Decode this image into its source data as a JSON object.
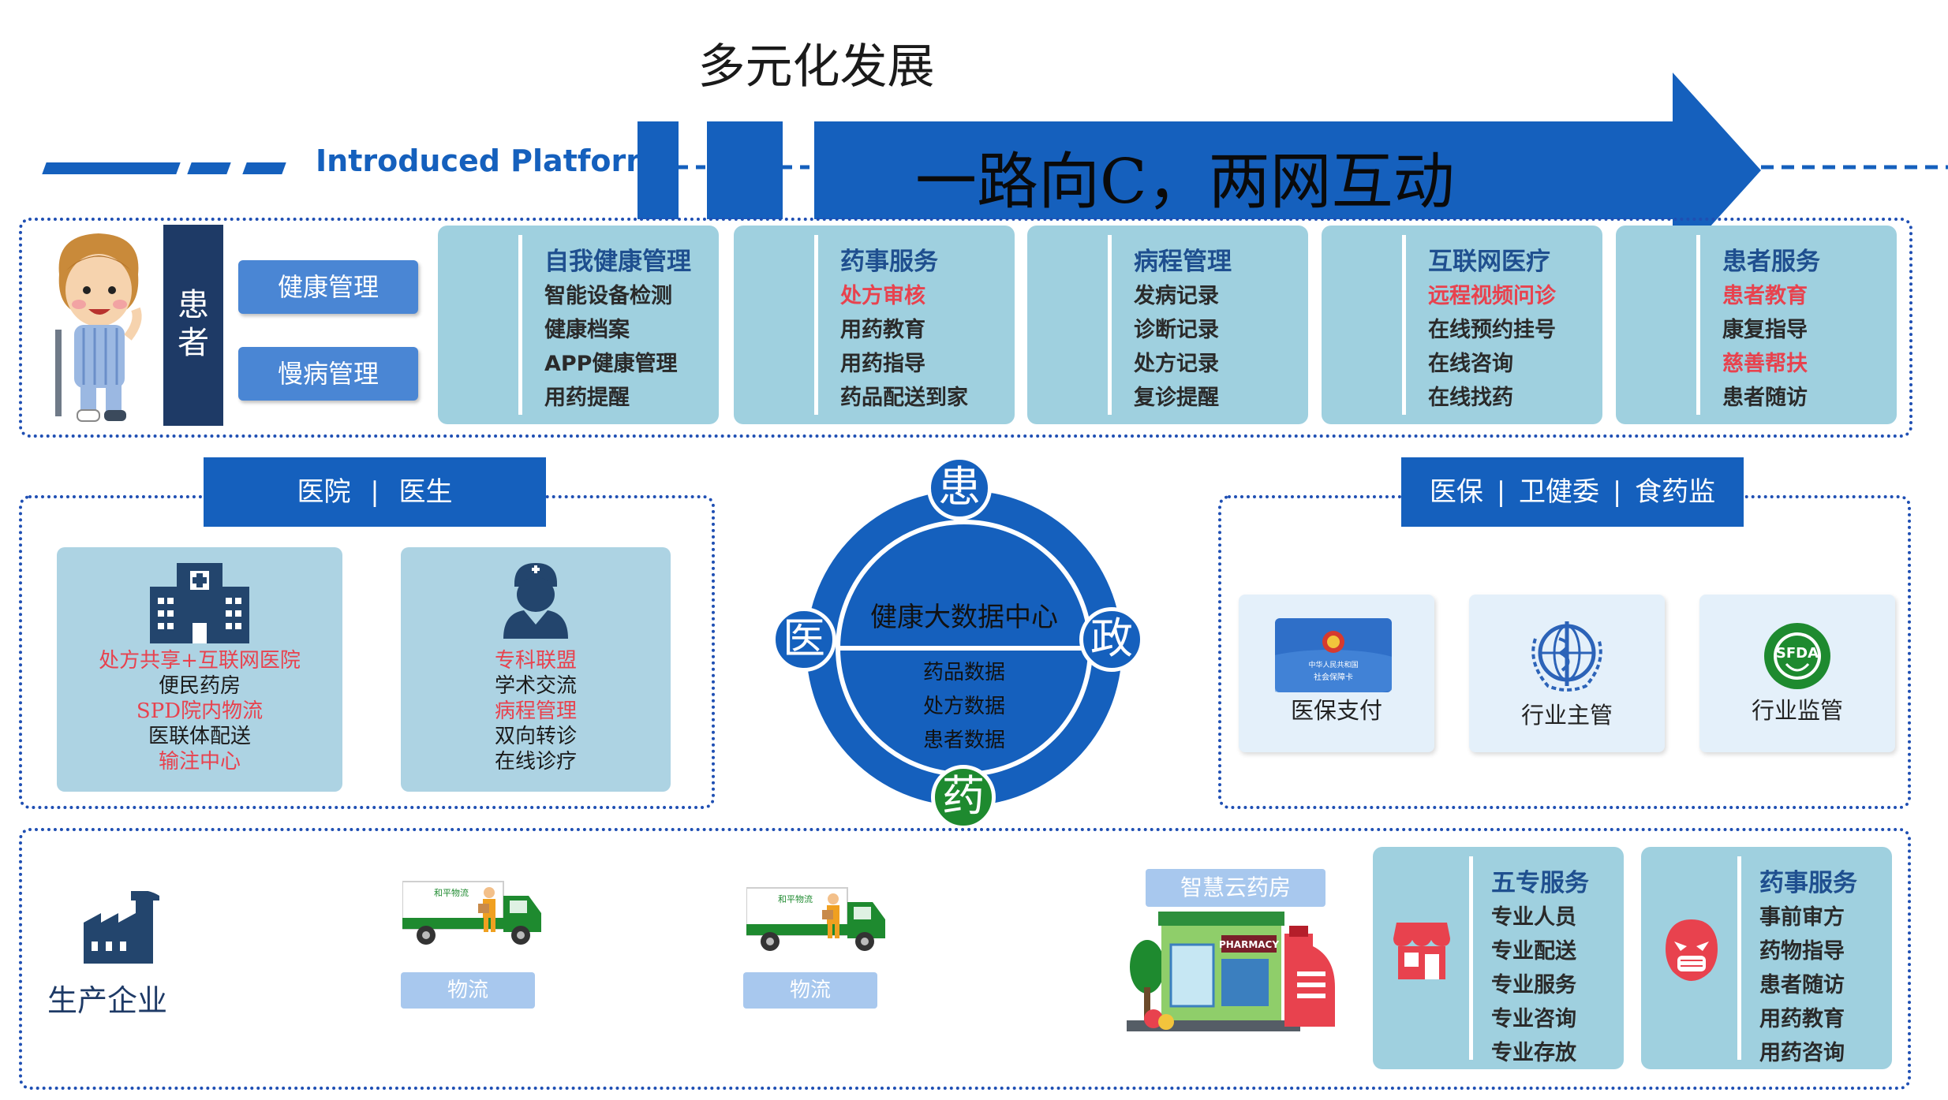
{
  "title": "多元化发展",
  "platform_label": "Introduced Platform",
  "banner_text": "一路向C，两网互动",
  "patient": {
    "label": "患者",
    "buttons": [
      "健康管理",
      "慢病管理"
    ]
  },
  "service_panels": [
    {
      "title": "自我健康管理",
      "items": [
        {
          "text": "智能设备检测",
          "highlight": false
        },
        {
          "text": "健康档案",
          "highlight": false
        },
        {
          "text": "APP健康管理",
          "highlight": false
        },
        {
          "text": "用药提醒",
          "highlight": false
        }
      ]
    },
    {
      "title": "药事服务",
      "items": [
        {
          "text": "处方审核",
          "highlight": true
        },
        {
          "text": "用药教育",
          "highlight": false
        },
        {
          "text": "用药指导",
          "highlight": false
        },
        {
          "text": "药品配送到家",
          "highlight": false
        }
      ]
    },
    {
      "title": "病程管理",
      "items": [
        {
          "text": "发病记录",
          "highlight": false
        },
        {
          "text": "诊断记录",
          "highlight": false
        },
        {
          "text": "处方记录",
          "highlight": false
        },
        {
          "text": "复诊提醒",
          "highlight": false
        }
      ]
    },
    {
      "title": "互联网医疗",
      "items": [
        {
          "text": "远程视频问诊",
          "highlight": true
        },
        {
          "text": "在线预约挂号",
          "highlight": false
        },
        {
          "text": "在线咨询",
          "highlight": false
        },
        {
          "text": "在线找药",
          "highlight": false
        }
      ]
    },
    {
      "title": "患者服务",
      "items": [
        {
          "text": "患者教育",
          "highlight": true
        },
        {
          "text": "康复指导",
          "highlight": false
        },
        {
          "text": "慈善帮扶",
          "highlight": true
        },
        {
          "text": "患者随访",
          "highlight": false
        }
      ]
    }
  ],
  "hospital": {
    "header": [
      "医院",
      "|",
      "医生"
    ],
    "hospital_card": [
      {
        "text": "处方共享+互联网医院",
        "highlight": true
      },
      {
        "text": "便民药房",
        "highlight": false
      },
      {
        "text": "SPD院内物流",
        "highlight": true
      },
      {
        "text": "医联体配送",
        "highlight": false
      },
      {
        "text": "输注中心",
        "highlight": true
      }
    ],
    "doctor_card": [
      {
        "text": "专科联盟",
        "highlight": true
      },
      {
        "text": "学术交流",
        "highlight": false
      },
      {
        "text": "病程管理",
        "highlight": true
      },
      {
        "text": "双向转诊",
        "highlight": false
      },
      {
        "text": "在线诊疗",
        "highlight": false
      }
    ]
  },
  "center": {
    "title": "健康大数据中心",
    "items": [
      "药品数据",
      "处方数据",
      "患者数据"
    ],
    "nodes": {
      "top": "患",
      "left": "医",
      "right": "政",
      "bottom": "药"
    }
  },
  "regulators": {
    "header": [
      "医保",
      "|",
      "卫健委",
      "|",
      "食药监"
    ],
    "cards": [
      "医保支付",
      "行业主管",
      "行业监管"
    ],
    "insurance_card_text": [
      "中华人民共和国",
      "社会保障卡"
    ],
    "sfda_text": "SFDA"
  },
  "bottom": {
    "producer": "生产企业",
    "logistics": [
      "物流",
      "物流"
    ],
    "truck_brand": "和平物流",
    "pharmacy_label": "智慧云药房",
    "pharmacy_sign": "PHARMACY",
    "five_services": {
      "title": "五专服务",
      "items": [
        "专业人员",
        "专业配送",
        "专业服务",
        "专业咨询",
        "专业存放"
      ]
    },
    "pharma_services": {
      "title": "药事服务",
      "items": [
        "事前审方",
        "药物指导",
        "患者随访",
        "用药教育",
        "用药咨询"
      ]
    }
  },
  "colors": {
    "primary_blue": "#1560bd",
    "light_panel": "#9fd0df",
    "highlight_red": "#e8424e",
    "green": "#1e8a2f",
    "dark_navy": "#1e3a66"
  }
}
